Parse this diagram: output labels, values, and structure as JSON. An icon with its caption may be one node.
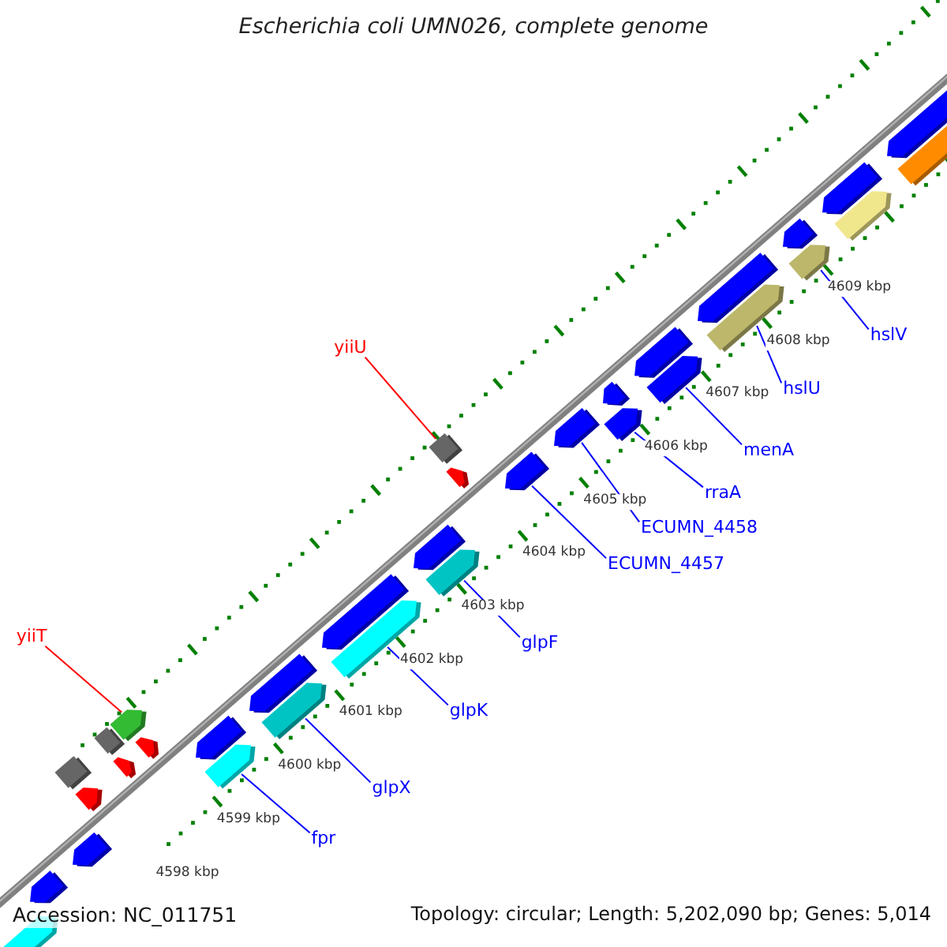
{
  "diagram": {
    "title": "Escherichia coli UMN026, complete genome",
    "nodes": [
      {
        "text": [
          "hslV"
        ]
      },
      {
        "text": [
          "yiiU"
        ]
      },
      {
        "text": [
          "hslU"
        ]
      },
      {
        "text": [
          "menA"
        ]
      },
      {
        "text": [
          "rraA"
        ]
      },
      {
        "text": [
          "ECUMN_4458"
        ]
      },
      {
        "text": [
          "ECUMN_4457"
        ]
      },
      {
        "text": [
          "yiiT"
        ]
      },
      {
        "text": [
          "glpF"
        ]
      },
      {
        "text": [
          "glpK"
        ]
      },
      {
        "text": [
          "glpX"
        ]
      },
      {
        "text": [
          "fpr"
        ]
      },
      {
        "text": [],
        "shape": "arrow"
      },
      {
        "text": [],
        "shape": "arrow"
      },
      {
        "text": [],
        "shape": "box"
      },
      {
        "text": [],
        "shape": "arrow"
      },
      {
        "text": [],
        "shape": "arrow"
      },
      {
        "text": [],
        "shape": "box"
      },
      {
        "text": [],
        "shape": "arrow"
      },
      {
        "text": [],
        "shape": "arrow"
      },
      {
        "text": [],
        "shape": "arrow"
      },
      {
        "text": [],
        "shape": "arrow"
      },
      {
        "text": [],
        "shape": "arrow"
      },
      {
        "text": [],
        "shape": "arrow"
      },
      {
        "text": [],
        "shape": "arrow"
      },
      {
        "text": [],
        "shape": "arrow"
      },
      {
        "text": [],
        "shape": "arrow"
      },
      {
        "text": [],
        "shape": "arrow"
      },
      {
        "text": [],
        "shape": "arrow"
      },
      {
        "text": [],
        "shape": "box"
      },
      {
        "text": [],
        "shape": "arrow"
      },
      {
        "text": [],
        "shape": "arrow"
      },
      {
        "text": [],
        "shape": "arrow"
      },
      {
        "text": [],
        "shape": "arrow"
      },
      {
        "text": [],
        "shape": "arrow"
      },
      {
        "text": [],
        "shape": "arrow"
      },
      {
        "text": [],
        "shape": "arrow"
      },
      {
        "text": [],
        "shape": "arrow"
      },
      {
        "text": [],
        "shape": "arrow"
      },
      {
        "text": [],
        "shape": "arrow"
      },
      {
        "text": [],
        "shape": "arrow"
      },
      {
        "text": [],
        "shape": "arrow"
      },
      {
        "text": [],
        "shape": "arrow"
      },
      {
        "text": [],
        "shape": "arrow"
      },
      {
        "text": [],
        "shape": "arrow"
      }
    ],
    "edges": [
      {
        "from": 0,
        "to": 40,
        "arrow": "none"
      },
      {
        "from": 1,
        "to": 29,
        "arrow": "none",
        "color": "#ff0000"
      },
      {
        "from": 2,
        "to": 38,
        "arrow": "none"
      },
      {
        "from": 3,
        "to": 36,
        "arrow": "none"
      },
      {
        "from": 4,
        "to": 34,
        "arrow": "none"
      },
      {
        "from": 5,
        "to": 32,
        "arrow": "none"
      },
      {
        "from": 6,
        "to": 31,
        "arrow": "none"
      },
      {
        "from": 7,
        "to": 18,
        "arrow": "none",
        "color": "#ff0000"
      },
      {
        "from": 8,
        "to": 28,
        "arrow": "none"
      },
      {
        "from": 9,
        "to": 26,
        "arrow": "none"
      },
      {
        "from": 10,
        "to": 24,
        "arrow": "none"
      },
      {
        "from": 11,
        "to": 22,
        "arrow": "none"
      }
    ],
    "labels": [
      "4598 kbp",
      "4599 kbp",
      "4600 kbp",
      "4601 kbp",
      "4602 kbp",
      "4603 kbp",
      "4604 kbp",
      "4605 kbp",
      "4606 kbp",
      "4607 kbp",
      "4608 kbp",
      "4609 kbp",
      "Accession: NC_011751",
      "Topology: circular; Length: 5,202,090 bp; Genes: 5,014"
    ]
  }
}
